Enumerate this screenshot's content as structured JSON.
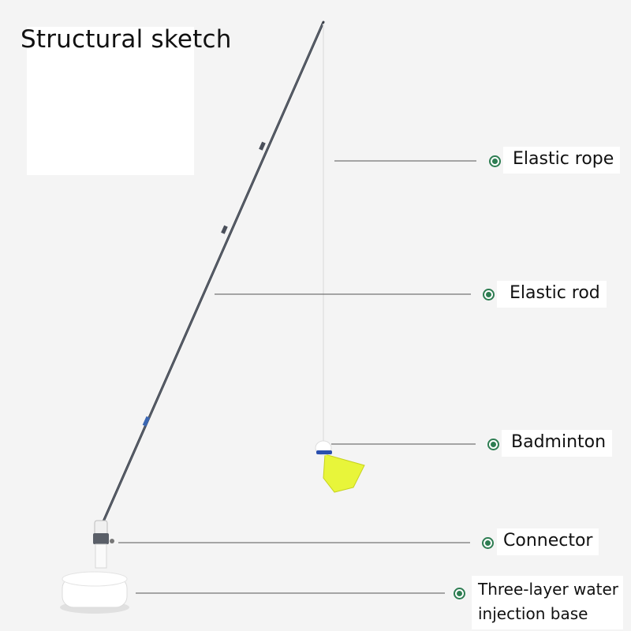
{
  "title": "Structural sketch",
  "accent_color": "#2e7d52",
  "labels": [
    {
      "text": "Elastic rope"
    },
    {
      "text": "Elastic rod"
    },
    {
      "text": "Badminton"
    },
    {
      "text": "Connector"
    },
    {
      "text": "Three-layer water",
      "text2": "injection base"
    }
  ]
}
